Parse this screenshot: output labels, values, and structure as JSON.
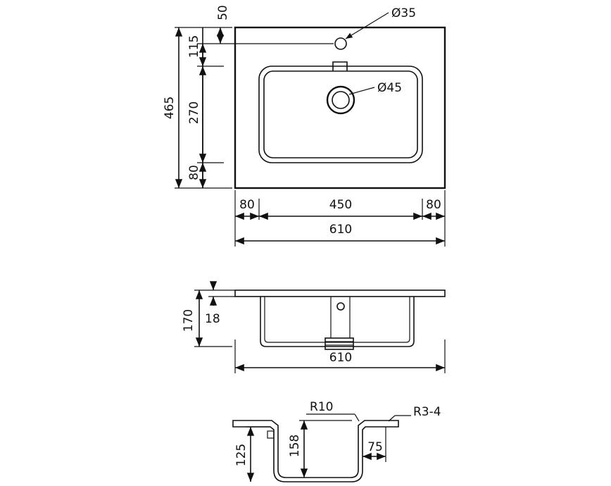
{
  "top_view": {
    "height_total": "465",
    "height_50": "50",
    "height_115": "115",
    "height_270": "270",
    "height_80": "80",
    "hole_tap": "Ø35",
    "hole_drain": "Ø45",
    "width_80_left": "80",
    "width_450": "450",
    "width_80_right": "80",
    "width_total": "610"
  },
  "front_view": {
    "height_170": "170",
    "height_18": "18",
    "width_610": "610"
  },
  "section_view": {
    "radius_r10": "R10",
    "radius_r3_4": "R3-4",
    "height_125": "125",
    "height_158": "158",
    "width_75": "75"
  }
}
